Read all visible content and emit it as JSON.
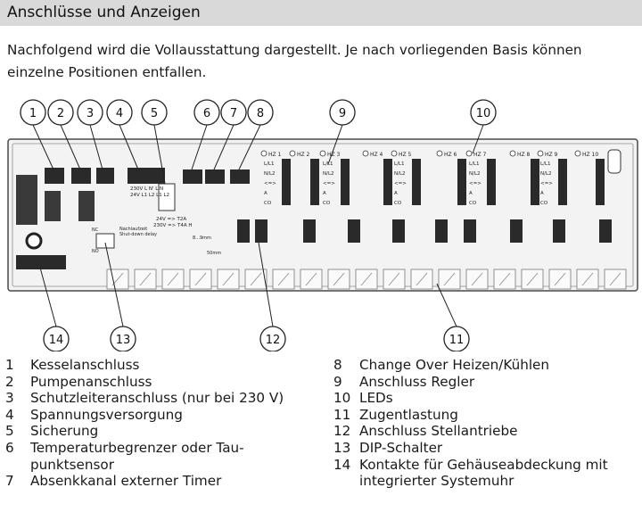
{
  "header": {
    "title": "Anschlüsse und Anzeigen"
  },
  "intro": "Nachfolgend wird die Vollausstattung dargestellt. Je nach vorliegenden Basis können einzelne Positionen entfallen.",
  "callouts": [
    "1",
    "2",
    "3",
    "4",
    "5",
    "6",
    "7",
    "8",
    "9",
    "10",
    "11",
    "12",
    "13",
    "14"
  ],
  "board_labels": {
    "zones": [
      "HZ 1",
      "HZ 2",
      "HZ 3",
      "HZ 4",
      "HZ 5",
      "HZ 6",
      "HZ 7",
      "HZ 8",
      "HZ 9",
      "HZ 10"
    ],
    "terminals": [
      "L/L1",
      "N/L2",
      "<=>",
      "A",
      "CO"
    ],
    "power_rows": [
      "230V L  N'  L   N",
      "24V  L1  L2  L1  L2"
    ],
    "fuse": [
      "24V => T2A",
      "230V => T4A H"
    ],
    "setback": [
      "Nachlaufzeit",
      "Shut-down delay"
    ],
    "nc_no": [
      "NC",
      "NO"
    ],
    "strip": [
      "8...9mm",
      "50mm"
    ]
  },
  "legend_left": [
    {
      "num": "1",
      "text": "Kesselanschluss"
    },
    {
      "num": "2",
      "text": "Pumpenanschluss"
    },
    {
      "num": "3",
      "text": "Schutzleiteranschluss (nur bei 230 V)"
    },
    {
      "num": "4",
      "text": "Spannungsversorgung"
    },
    {
      "num": "5",
      "text": "Sicherung"
    },
    {
      "num": "6",
      "text": "Temperaturbegrenzer oder Tau-punktsensor"
    },
    {
      "num": "7",
      "text": "Absenkkanal externer Timer"
    }
  ],
  "legend_right": [
    {
      "num": "8",
      "text": "Change Over Heizen/Kühlen"
    },
    {
      "num": "9",
      "text": "Anschluss Regler"
    },
    {
      "num": "10",
      "text": "LEDs"
    },
    {
      "num": "11",
      "text": "Zugentlastung"
    },
    {
      "num": "12",
      "text": "Anschluss Stellantriebe"
    },
    {
      "num": "13",
      "text": "DIP-Schalter"
    },
    {
      "num": "14",
      "text": "Kontakte für Gehäuseabdeckung mit integrierter Systemuhr"
    }
  ]
}
